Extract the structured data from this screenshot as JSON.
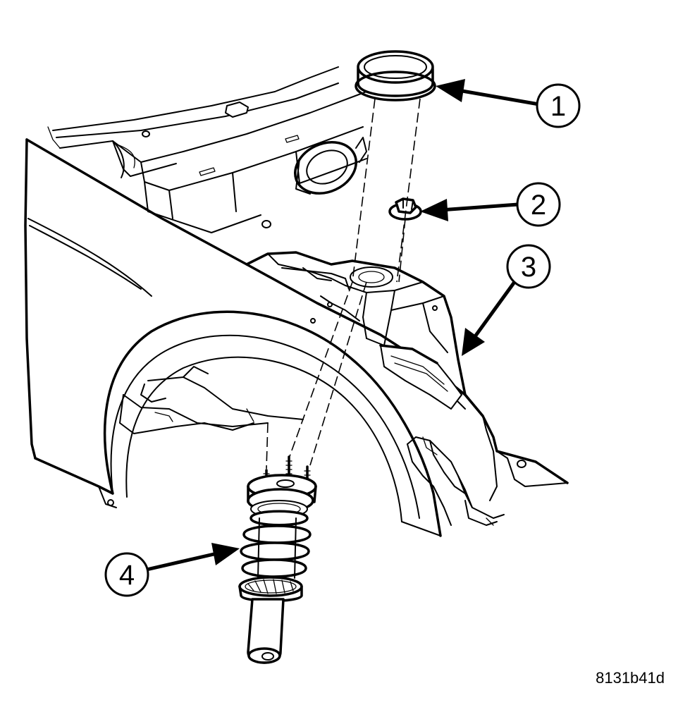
{
  "callouts": [
    {
      "label": "1"
    },
    {
      "label": "2"
    },
    {
      "label": "3"
    },
    {
      "label": "4"
    }
  ],
  "figure_code": "8131b41d",
  "colors": {
    "ink": "#000000",
    "paper": "#ffffff"
  }
}
